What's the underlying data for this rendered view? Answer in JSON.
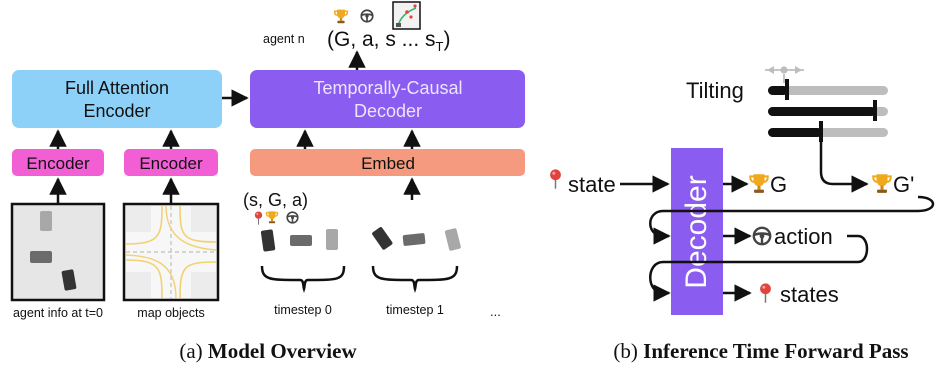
{
  "panel_a": {
    "caption_prefix": "(a) ",
    "caption_bold": "Model Overview",
    "full_attention_label_1": "Full Attention",
    "full_attention_label_2": "Encoder",
    "encoder_left_label": "Encoder",
    "encoder_right_label": "Encoder",
    "decoder_label_1": "Temporally-Causal",
    "decoder_label_2": "Decoder",
    "embed_label": "Embed",
    "agent_label": "agent n",
    "output_tuple": "(G, a, s ... s",
    "output_subscript": "T",
    "output_close": ")",
    "token_tuple": "(s, G, a)",
    "agent_info_caption": "agent info at t=0",
    "map_caption": "map objects",
    "timestep0_caption": "timestep 0",
    "timestep1_caption": "timestep 1",
    "ellipsis": "..."
  },
  "panel_b": {
    "caption_prefix": "(b) ",
    "caption_bold": "Inference Time Forward Pass",
    "tilting_label": "Tilting",
    "decoder_label": "Decoder",
    "state_label": "state",
    "g_label": "G",
    "g_prime_label": "G'",
    "action_label": "action",
    "states_label": "states"
  },
  "colors": {
    "full_attention_blue": "#8ed1f8",
    "decoder_purple": "#8b5cf0",
    "encoder_pink": "#f25fd4",
    "embed_salmon": "#f59a7e",
    "trophy_gold": "#f0a81c",
    "pin_red": "#e0443c",
    "tilt_grey": "#bdbdbd"
  },
  "icons": [
    "trophy-icon",
    "steering-wheel-icon",
    "location-pin-icon",
    "trajectory-thumbnail-icon"
  ]
}
